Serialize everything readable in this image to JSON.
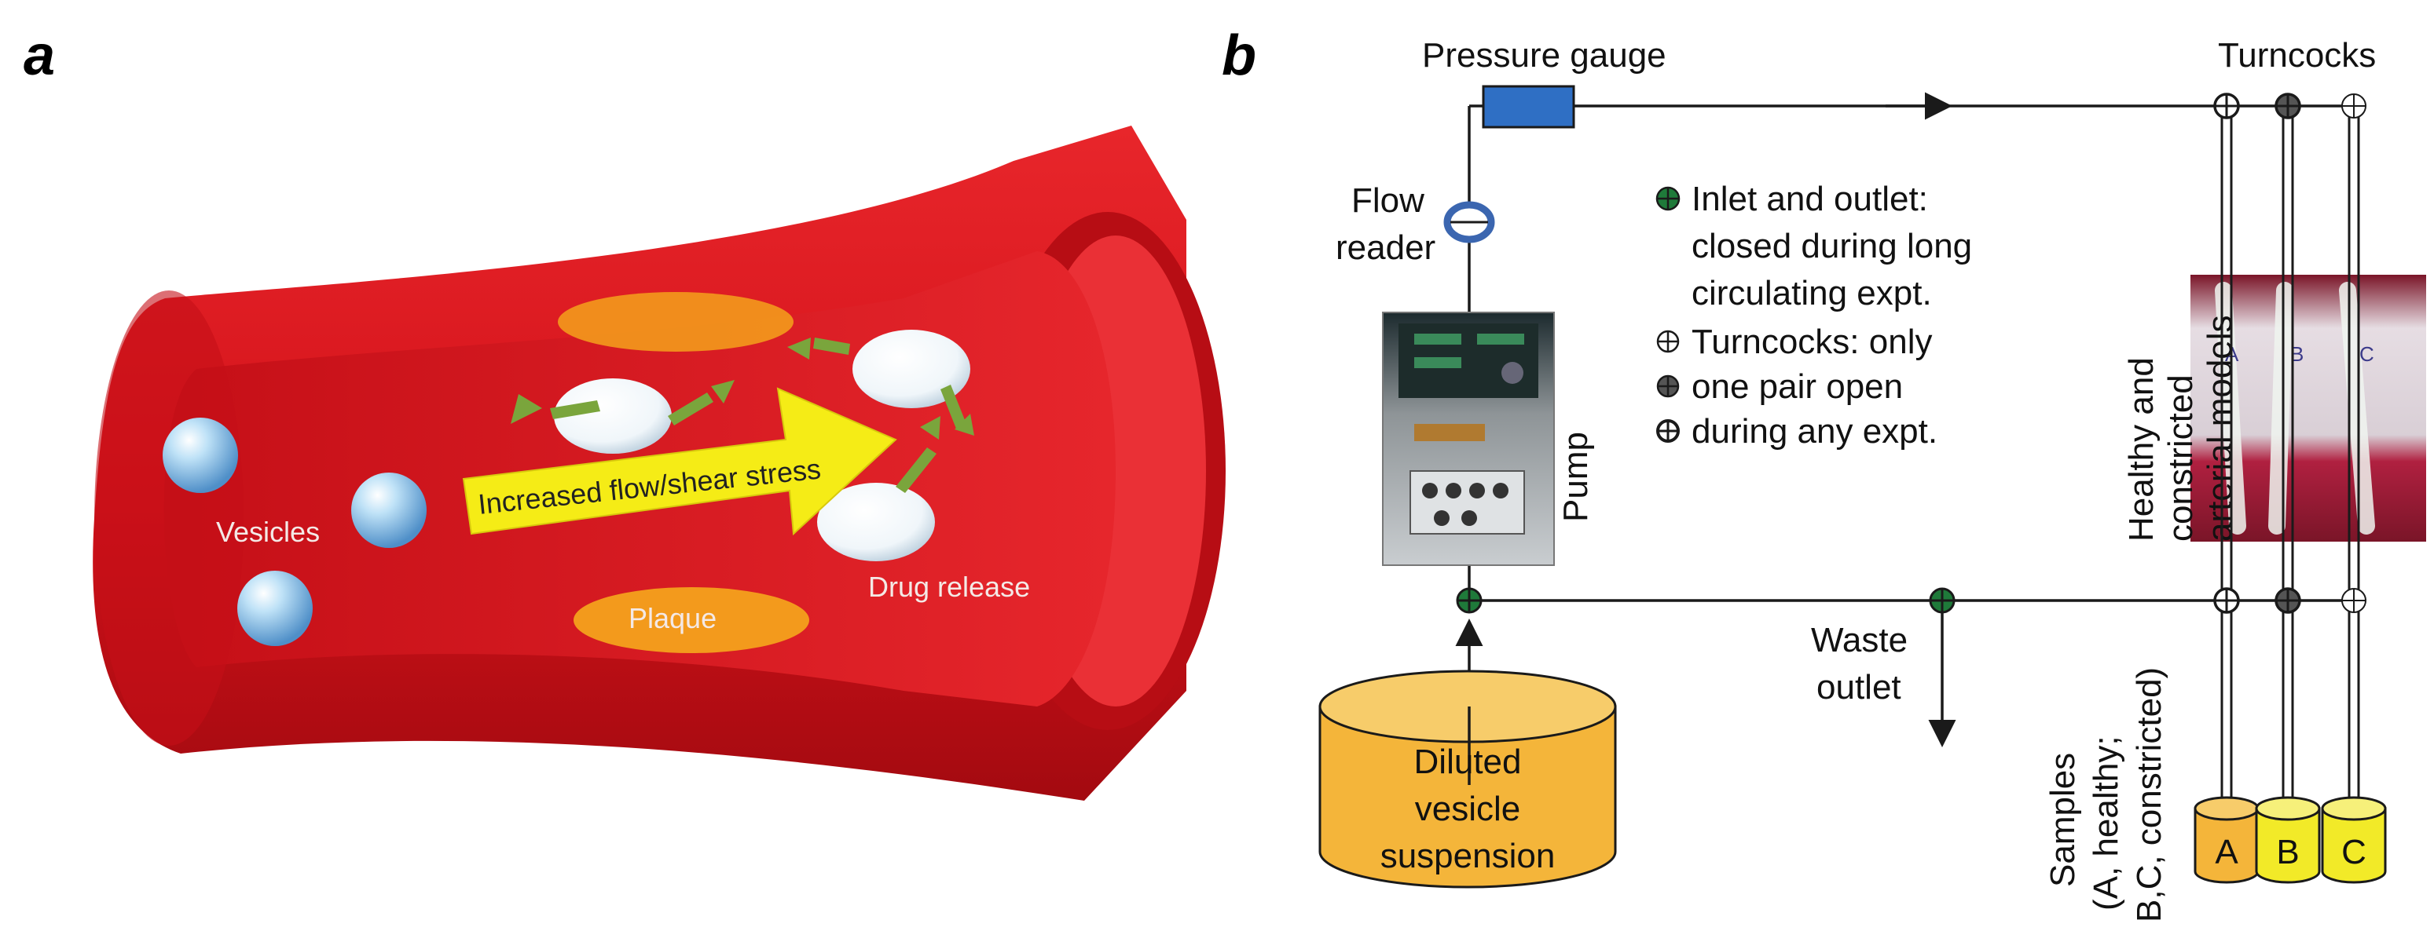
{
  "panel_a": {
    "letter": "a",
    "vesicles_label": "Vesicles",
    "flow_label": "Increased flow/shear stress",
    "plaque_label": "Plaque",
    "drug_release_label": "Drug release",
    "colors": {
      "vessel": "#d8121b",
      "vessel_dark": "#a80c12",
      "plaque": "#f39a1c",
      "arrow": "#f5ec16",
      "release_arrow": "#7aa53c",
      "vesicle": "#9fd0f0"
    }
  },
  "panel_b": {
    "letter": "b",
    "pressure_gauge_label": "Pressure gauge",
    "turncocks_label": "Turncocks",
    "flow_reader_label": [
      "Flow",
      "reader"
    ],
    "pump_label": "Pump",
    "legend": {
      "inlet_outlet": [
        "Inlet and outlet:",
        "closed during long",
        "circulating expt."
      ],
      "turncocks": [
        "Turncocks: only",
        "one pair open",
        "during any expt."
      ]
    },
    "arterial_models_label": [
      "Healthy and",
      "constricted",
      "arterial models"
    ],
    "model_letters": [
      "A",
      "B",
      "C"
    ],
    "waste_outlet_label": [
      "Waste",
      "outlet"
    ],
    "reservoir_label": [
      "Diluted",
      "vesicle",
      "suspension"
    ],
    "samples_label": [
      "Samples",
      "(A, healthy;",
      "B,C, constricted)"
    ],
    "sample_tubes": [
      "A",
      "B",
      "C"
    ],
    "colors": {
      "gauge": "#2f6fc4",
      "flow_reader": "#3b66b0",
      "valve_green": "#1f7a3a",
      "reservoir": "#f4b53a",
      "tube_a": "#f4b53a",
      "tube_bc": "#f2ea28"
    }
  }
}
